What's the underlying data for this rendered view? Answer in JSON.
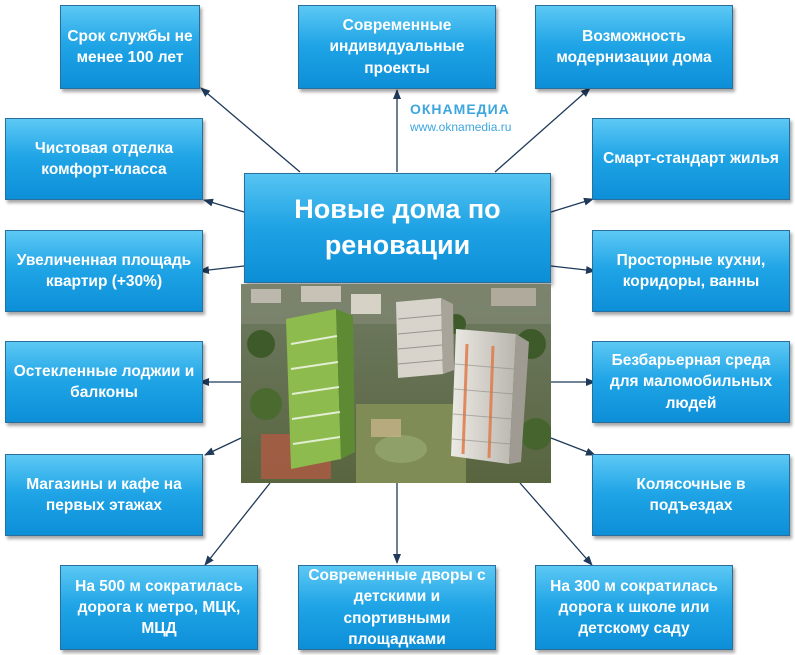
{
  "center_title": "Новые дома по реновации",
  "logo": {
    "name": "ОКНАМЕДИА",
    "url": "www.oknamedia.ru"
  },
  "photo": {
    "icon": "aerial-photo-new-highrise-buildings"
  },
  "features": [
    "Срок службы не менее 100 лет",
    "Современные индивидуальные проекты",
    "Возможность модернизации дома",
    "Чистовая отделка комфорт-класса",
    "Смарт-стандарт жилья",
    "Увеличенная площадь квартир (+30%)",
    "Просторные кухни, коридоры, ванны",
    "Остекленные лоджии и балконы",
    "Безбарьерная среда для маломобильных людей",
    "Магазины и кафе на первых этажах",
    "Колясочные в подъездах",
    "На 500 м сократилась дорога к метро, МЦК, МЦД",
    "Современные дворы с детскими и спортивными площадками",
    "На 300 м сократилась дорога к школе или детскому саду"
  ],
  "colors": {
    "box": "#1fa4e6",
    "box_border": "#2a6f9b",
    "arrow": "#1f3a5a",
    "logo": "#3da6dd"
  }
}
